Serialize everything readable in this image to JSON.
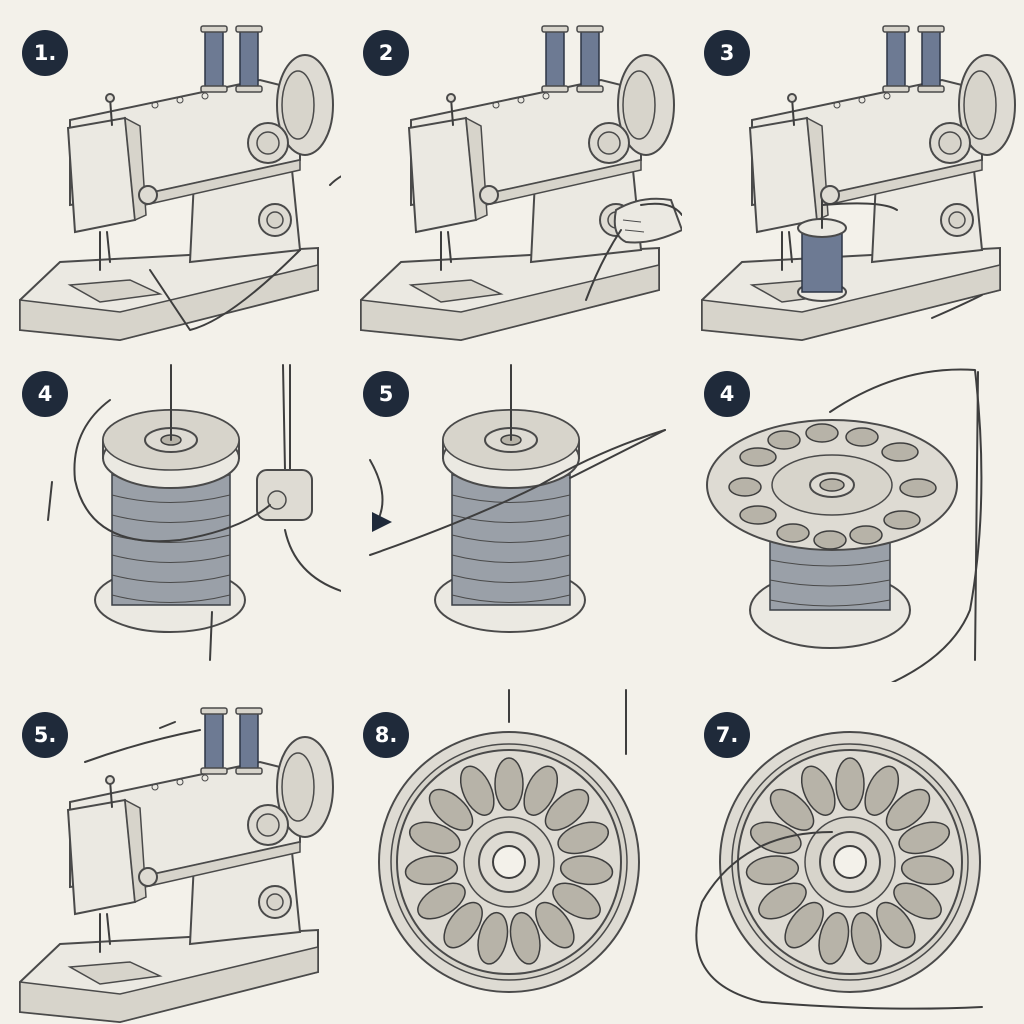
{
  "steps": [
    {
      "label": "1.",
      "scene": "sewing-machine",
      "icon": "sewing-machine-icon"
    },
    {
      "label": "2",
      "scene": "sewing-machine-hand",
      "icon": "sewing-machine-icon"
    },
    {
      "label": "3",
      "scene": "sewing-machine-spool",
      "icon": "sewing-machine-icon"
    },
    {
      "label": "4",
      "scene": "thread-spool-guide",
      "icon": "thread-spool-icon"
    },
    {
      "label": "5",
      "scene": "thread-spool-needle",
      "icon": "thread-spool-icon"
    },
    {
      "label": "4",
      "scene": "bobbin-top",
      "icon": "bobbin-icon"
    },
    {
      "label": "5.",
      "scene": "sewing-machine-side",
      "icon": "sewing-machine-icon"
    },
    {
      "label": "8.",
      "scene": "bobbin-wheel",
      "icon": "bobbin-wheel-icon"
    },
    {
      "label": "7.",
      "scene": "bobbin-wheel-thread",
      "icon": "bobbin-wheel-icon"
    }
  ],
  "colors": {
    "background": "#f3f1ea",
    "badge": "#1f2a3a",
    "badge_text": "#ffffff",
    "thread_blue": "#6d7a93",
    "line": "#3e3e3e"
  }
}
